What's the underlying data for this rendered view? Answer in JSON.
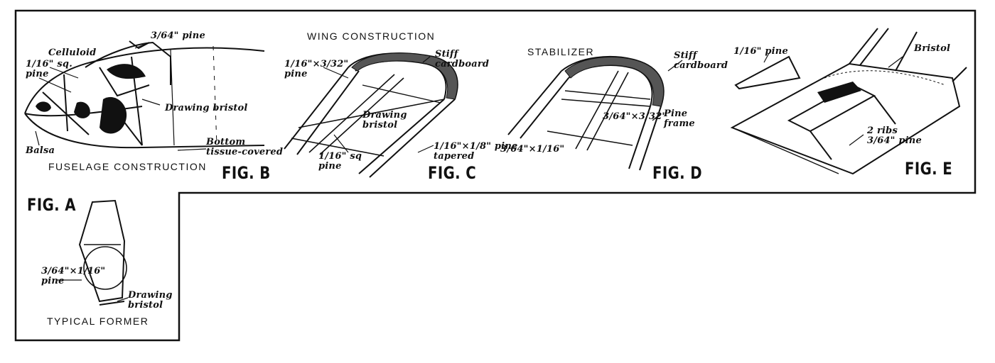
{
  "figures": {
    "fig_a": "FIG. A",
    "fig_b": "FIG. B",
    "fig_c": "FIG. C",
    "fig_d": "FIG. D",
    "fig_e": "FIG. E"
  },
  "captions": {
    "wing_construction": "WING CONSTRUCTION",
    "stabilizer": "STABILIZER",
    "fuselage_construction": "FUSELAGE CONSTRUCTION",
    "typical_former": "TYPICAL FORMER"
  },
  "fuselage": {
    "pine_top": "3/64\" pine",
    "celluloid": "Celluloid",
    "sq_pine": "1/16\" sq.\npine",
    "drawing_bristol": "Drawing bristol",
    "bottom": "Bottom\ntissue-covered",
    "balsa": "Balsa"
  },
  "wing": {
    "pine": "1/16\"×3/32\"\npine",
    "stiff_cardboard": "Stiff\ncardboard",
    "drawing_bristol": "Drawing\nbristol",
    "sq_pine": "1/16\" sq\npine",
    "tapered": "1/16\"×1/8\" pine\ntapered"
  },
  "stabilizer": {
    "stiff_cardboard": "Stiff\ncardboard",
    "spar": "3/64\"×3/32\"",
    "pine_frame": "Pine\nframe",
    "edge": "3/64\"×1/16\""
  },
  "fig_e": {
    "pine": "1/16\" pine",
    "bristol": "Bristol",
    "ribs": "2 ribs\n3/64\" pine"
  },
  "former": {
    "pine": "3/64\"×1/16\"\npine",
    "drawing_bristol": "Drawing\nbristol"
  }
}
